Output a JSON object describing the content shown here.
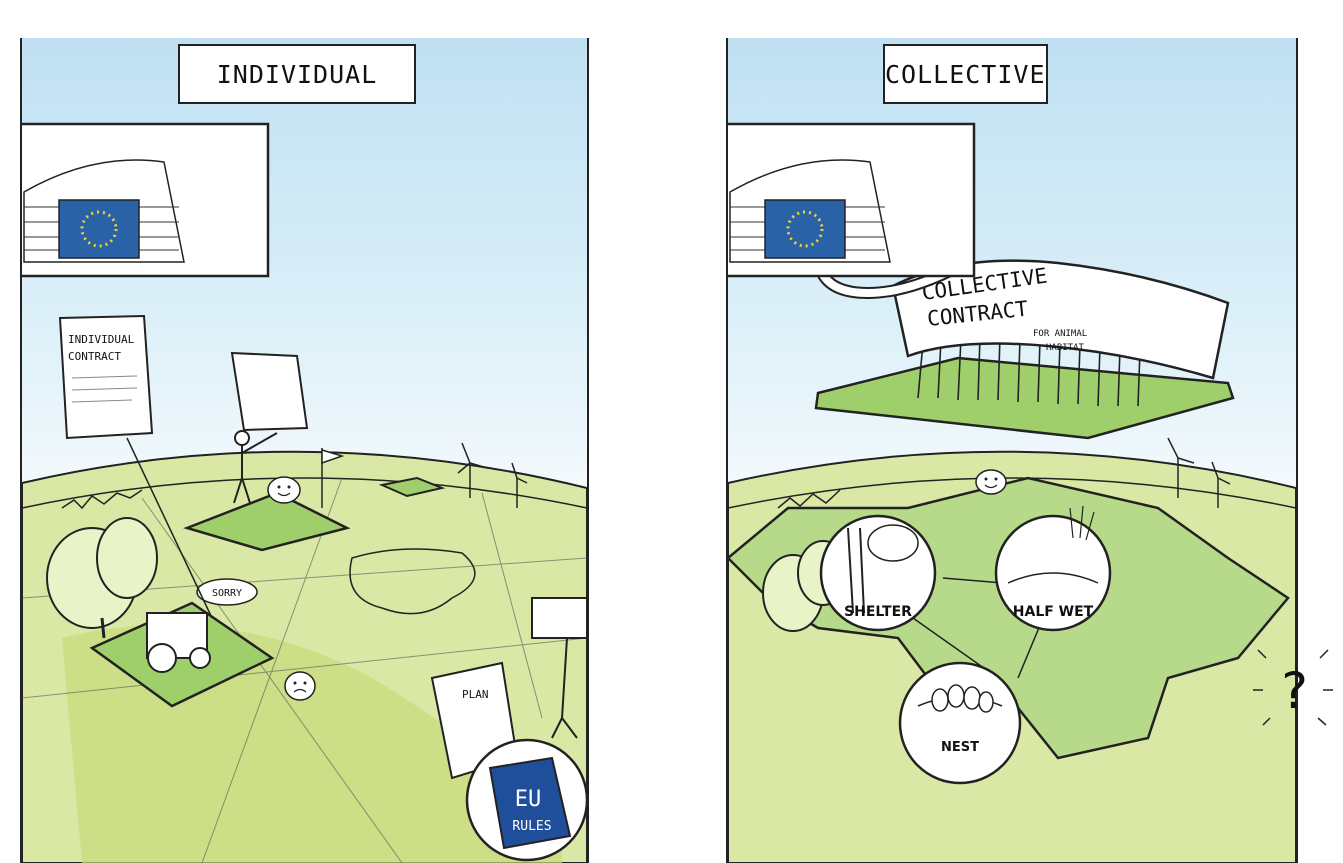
{
  "panels": {
    "left": {
      "title": "INDIVIDUAL",
      "contract_line1": "INDIVIDUAL",
      "contract_line2": "CONTRACT",
      "speech_sorry": "SORRY",
      "plan_label": "PLAN",
      "rules_book_line1": "EU",
      "rules_book_line2": "RULES"
    },
    "right": {
      "title": "COLLECTIVE",
      "contract_line1": "COLLECTIVE",
      "contract_line2": "CONTRACT",
      "contract_line3": "FOR ANIMAL",
      "contract_line4": "HABITAT",
      "habitat_shelter": "SHELTER",
      "habitat_half_wet": "HALF WET",
      "habitat_nest": "NEST",
      "question_mark": "?"
    }
  },
  "colors": {
    "sky": "#bfe0f2",
    "grass": "#c6dc7a",
    "grass_dark": "#8fbf4e",
    "field": "#9fcf6a",
    "eu_blue": "#2a62a8",
    "eu_star": "#f2d13a",
    "book_blue": "#1f4f9a",
    "ink": "#111111"
  }
}
